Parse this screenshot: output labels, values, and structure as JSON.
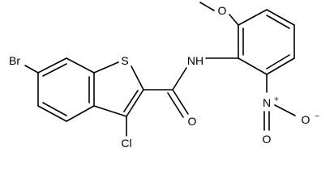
{
  "atoms": {
    "br": "Br",
    "s": "S",
    "cl": "Cl",
    "o_carbonyl": "O",
    "nh": "NH",
    "o_methoxy": "O",
    "n_nitro": "N",
    "plus": "+",
    "o_nitro_right": "O",
    "minus": "−",
    "o_nitro_bottom": "O"
  }
}
